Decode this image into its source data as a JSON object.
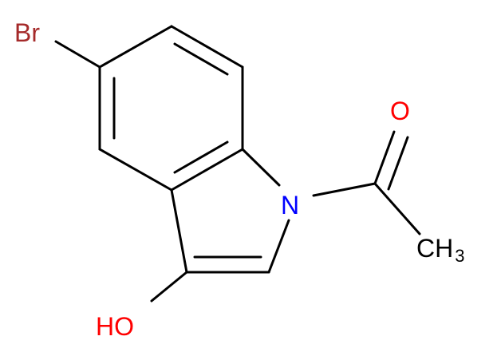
{
  "molecule": {
    "atoms": {
      "br": {
        "text": "Br",
        "color": "#a52a2a"
      },
      "n": {
        "text": "N",
        "color": "#0000ff"
      },
      "o": {
        "text": "O",
        "color": "#ff0000"
      },
      "oh": {
        "text": "HO",
        "color": "#ff0000"
      },
      "ch3": {
        "text": "CH",
        "subscript": "3",
        "color": "#000000"
      }
    },
    "bond_color": "#000000"
  }
}
